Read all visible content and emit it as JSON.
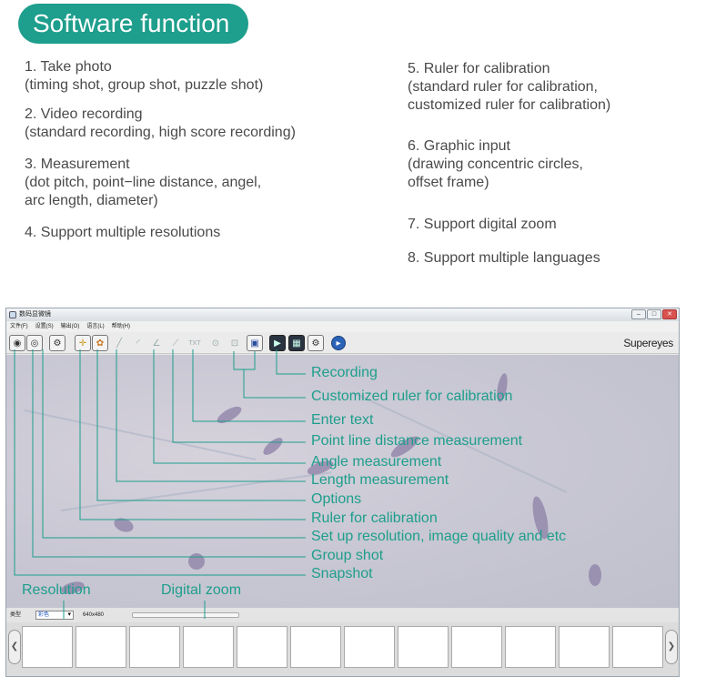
{
  "header": {
    "title": "Software function"
  },
  "features": {
    "left": [
      {
        "line1": "1. Take photo",
        "line2": "(timing shot, group shot, puzzle shot)",
        "line3": ""
      },
      {
        "line1": "2. Video recording",
        "line2": "(standard recording, high score recording)",
        "line3": ""
      },
      {
        "line1": "3. Measurement",
        "line2": "(dot pitch, point−line distance, angel,",
        "line3": "arc length, diameter)"
      },
      {
        "line1": "4. Support multiple resolutions",
        "line2": "",
        "line3": ""
      }
    ],
    "right": [
      {
        "line1": "5. Ruler for calibration",
        "line2": "(standard ruler for calibration,",
        "line3": "customized ruler for calibration)"
      },
      {
        "line1": "6. Graphic input",
        "line2": "(drawing concentric circles,",
        "line3": "offset frame)"
      },
      {
        "line1": "7. Support digital zoom",
        "line2": "",
        "line3": ""
      },
      {
        "line1": "8. Support multiple languages",
        "line2": "",
        "line3": ""
      }
    ]
  },
  "window": {
    "title": "数码显微镜",
    "menu": [
      "文件(F)",
      "设置(S)",
      "输出(O)",
      "语言(L)",
      "帮助(H)"
    ],
    "brand": "Supereyes",
    "toolbar_icons": [
      {
        "name": "camera-icon",
        "glyph": "◉"
      },
      {
        "name": "group-shot-icon",
        "glyph": "◎"
      },
      {
        "name": "settings-icon",
        "glyph": "⚙"
      },
      {
        "name": "ruler-calibration-icon",
        "glyph": "✛"
      },
      {
        "name": "options-icon",
        "glyph": "✿"
      },
      {
        "name": "length-measure-icon",
        "glyph": "╱"
      },
      {
        "name": "arc-measure-icon",
        "glyph": "◜"
      },
      {
        "name": "angle-measure-icon",
        "glyph": "∠"
      },
      {
        "name": "point-line-distance-icon",
        "glyph": "⟋"
      },
      {
        "name": "enter-text-icon",
        "glyph": "TXT"
      },
      {
        "name": "circle-icon",
        "glyph": "⊙"
      },
      {
        "name": "frame-icon",
        "glyph": "⊡"
      },
      {
        "name": "custom-ruler-icon",
        "glyph": "▣"
      },
      {
        "name": "recording-icon",
        "glyph": "▶"
      },
      {
        "name": "film-icon",
        "glyph": "▦"
      },
      {
        "name": "export-icon",
        "glyph": "⚙"
      },
      {
        "name": "play-blue-icon",
        "glyph": "▸"
      }
    ],
    "bottom": {
      "type_label": "类型",
      "resolution_value": "彩色",
      "size_label": "640x480"
    },
    "window_buttons": [
      "–",
      "□",
      "✕"
    ],
    "nav": {
      "prev": "❮",
      "next": "❯"
    }
  },
  "annotations": [
    "Recording",
    "Customized ruler for calibration",
    "Enter text",
    "Point line distance measurement",
    "Angle measurement",
    "Length measurement",
    "Options",
    "Ruler for calibration",
    "Set up resolution, image quality and etc",
    "Group shot",
    "Snapshot",
    "Resolution",
    "Digital zoom"
  ],
  "colors": {
    "accent": "#1e9e8c",
    "text": "#4a4a4a"
  }
}
